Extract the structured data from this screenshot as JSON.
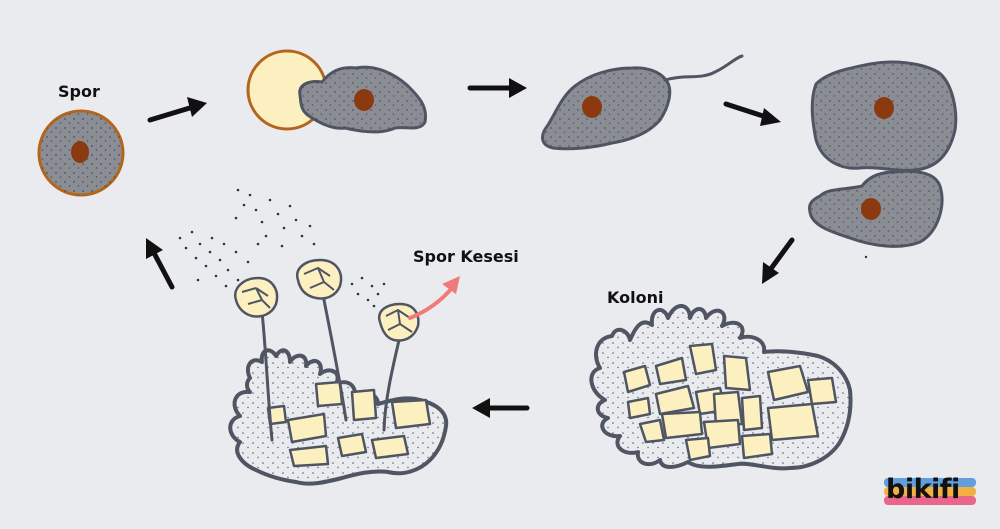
{
  "labels": {
    "spore": "Spor",
    "spore_sac": "Spor Kesesi",
    "colony": "Koloni"
  },
  "brand": {
    "name": "bikifi"
  },
  "colors": {
    "background": "#e9ebee",
    "cell_fill": "#8a8d94",
    "cell_outline": "#4f5562",
    "nucleus": "#8b3a10",
    "spore_wall": "#b4651d",
    "spore_fill": "#fdf0c0",
    "arrow": "#111111",
    "pointer_arrow": "#f07a7a",
    "brand_bar_1": "#4a90d9",
    "brand_bar_2": "#f5a623",
    "brand_bar_3": "#e94e77"
  }
}
